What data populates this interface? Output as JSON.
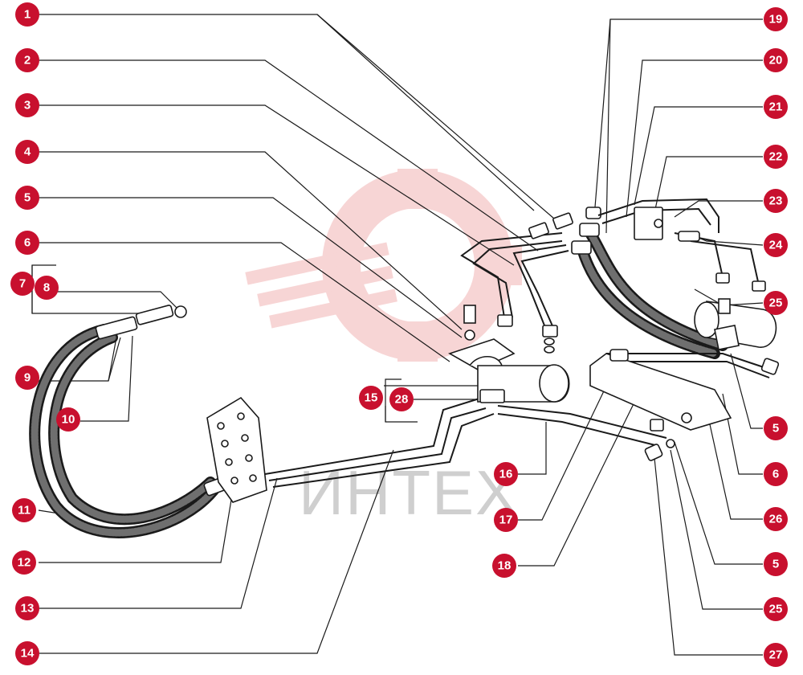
{
  "watermark": {
    "text": "ИНТЕХ",
    "color": "#f2b3b3"
  },
  "callout_color": "#c8102e",
  "callouts": {
    "c1": "1",
    "c2": "2",
    "c3": "3",
    "c4": "4",
    "c5a": "5",
    "c6a": "6",
    "c7": "7",
    "c8": "8",
    "c9": "9",
    "c10": "10",
    "c11": "11",
    "c12": "12",
    "c13": "13",
    "c14": "14",
    "c15": "15",
    "c16": "16",
    "c17": "17",
    "c18": "18",
    "c19": "19",
    "c20": "20",
    "c21": "21",
    "c22": "22",
    "c23": "23",
    "c24": "24",
    "c25a": "25",
    "c5b": "5",
    "c6b": "6",
    "c26": "26",
    "c5c": "5",
    "c25b": "25",
    "c27": "27",
    "c28": "28"
  }
}
